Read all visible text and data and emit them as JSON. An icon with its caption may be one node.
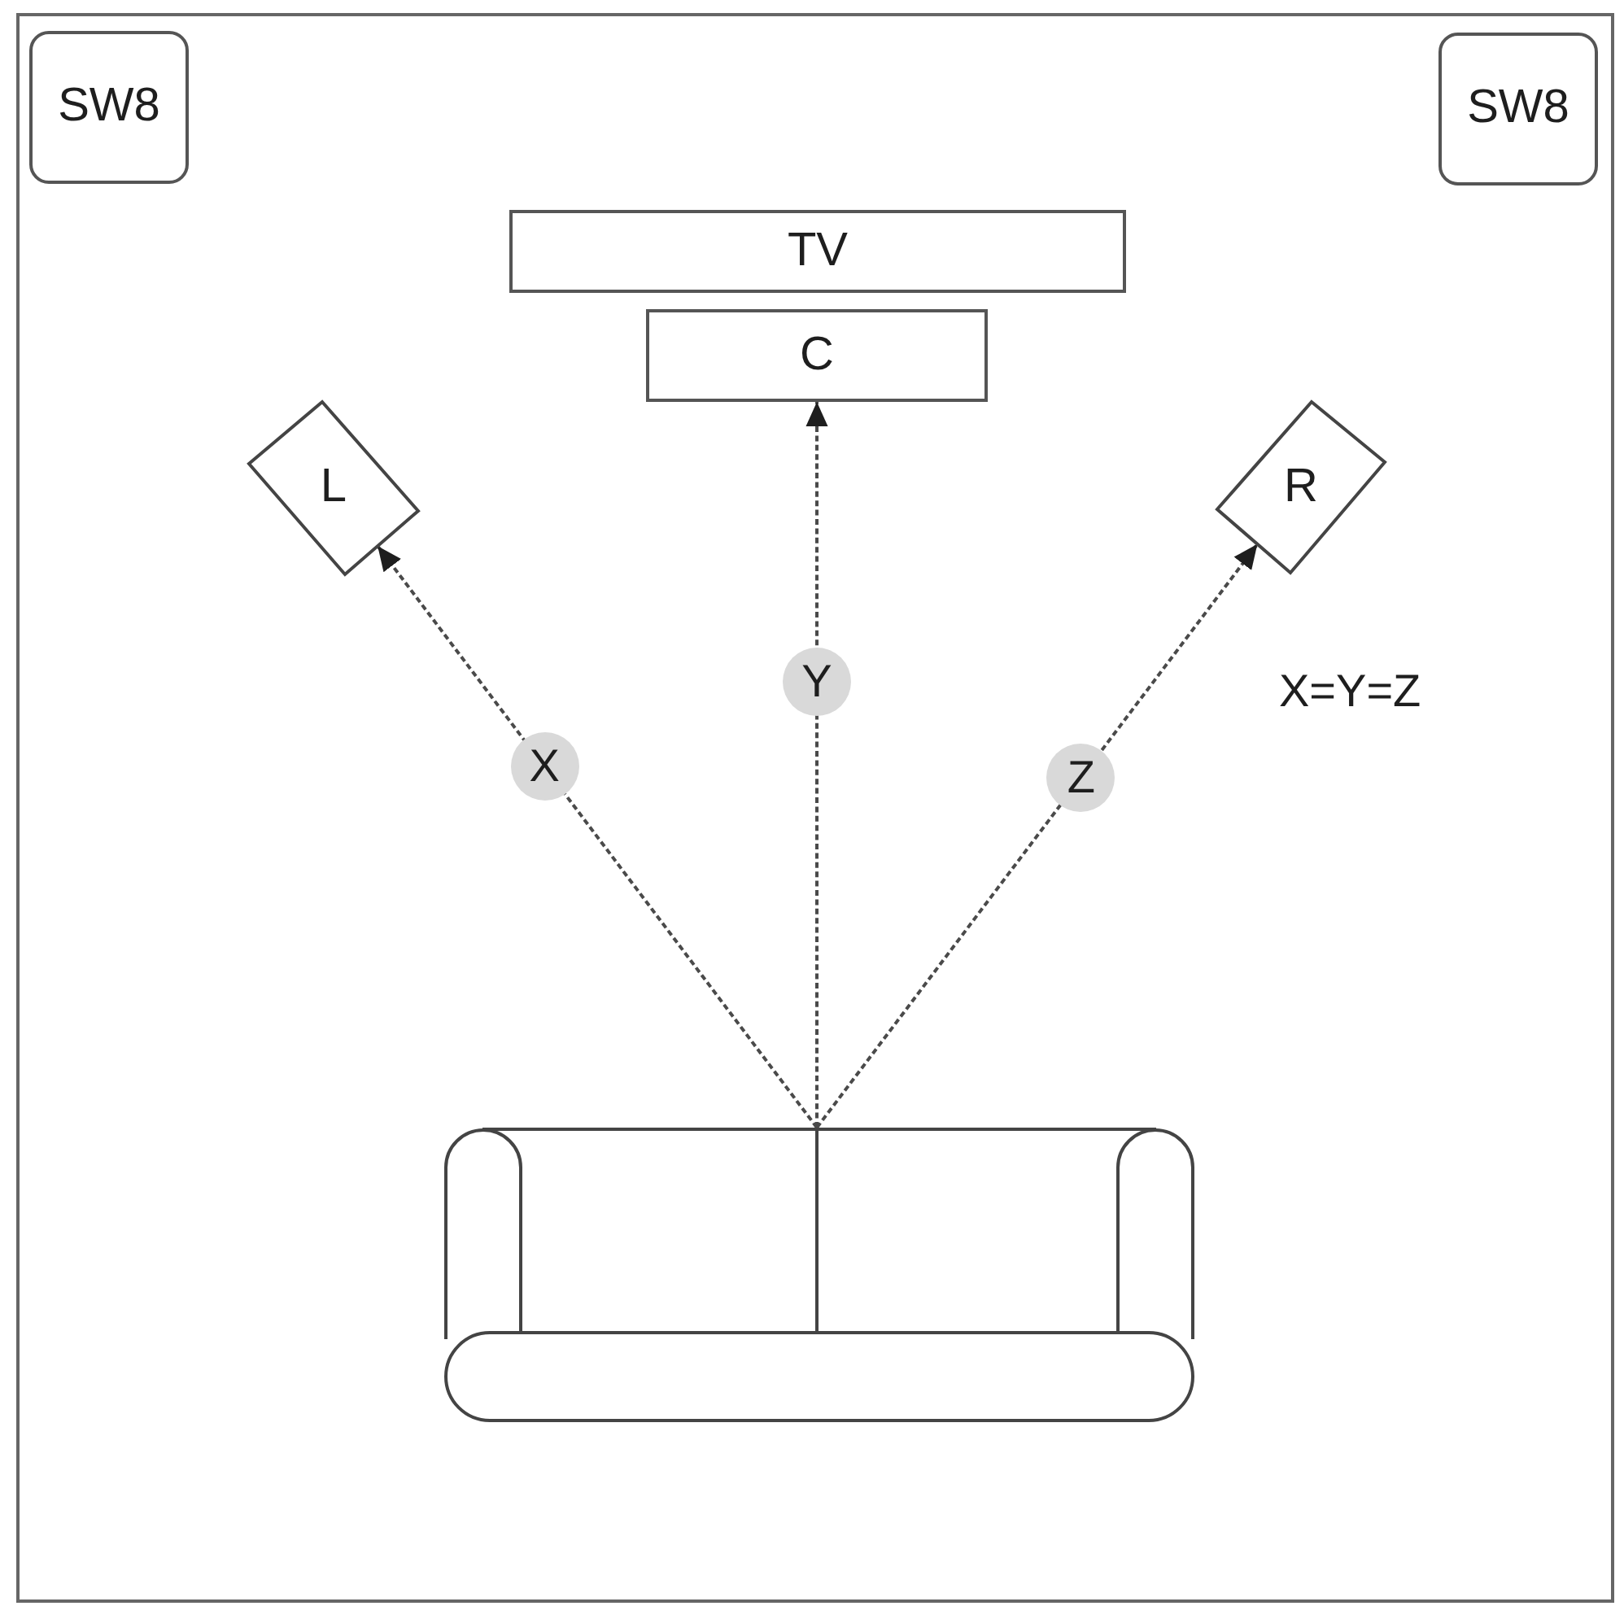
{
  "diagram": {
    "nodes": [
      {
        "text": [
          "SW8"
        ]
      },
      {
        "text": [
          "SW8"
        ]
      },
      {
        "text": [
          "TV"
        ]
      },
      {
        "text": [
          "C"
        ]
      },
      {
        "text": [
          "L"
        ]
      },
      {
        "text": [
          "R"
        ]
      },
      {
        "text": [],
        "shape": "picture"
      }
    ],
    "edges": [
      {
        "from": 6,
        "to": 4,
        "arrow": "to",
        "style": "dashed",
        "label": "X"
      },
      {
        "from": 6,
        "to": 3,
        "arrow": "to",
        "style": "dashed",
        "label": "Y"
      },
      {
        "from": 6,
        "to": 5,
        "arrow": "to",
        "style": "dashed",
        "label": "Z"
      }
    ],
    "labels": [
      "X=Y=Z"
    ]
  }
}
